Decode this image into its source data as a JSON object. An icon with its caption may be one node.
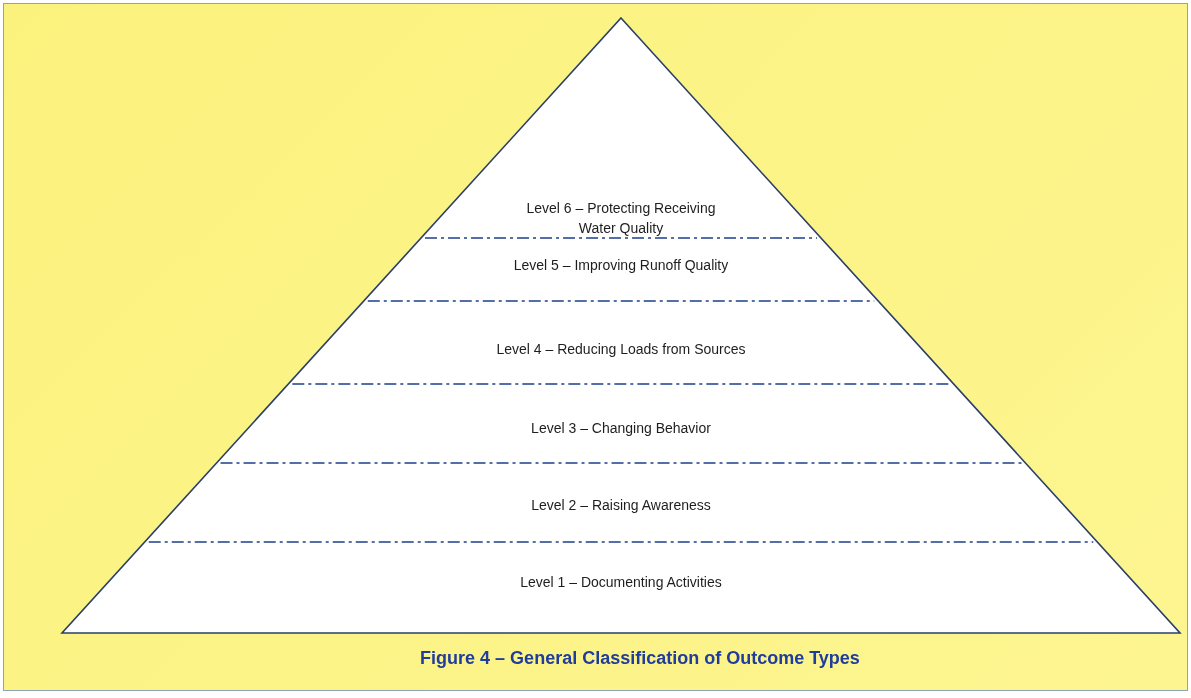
{
  "diagram": {
    "caption": "Figure 4 – General Classification of Outcome Types",
    "nodes": [
      {
        "text": [],
        "shape": "triangle"
      },
      {
        "text": [
          "Level 6 – Protecting Receiving Water Quality"
        ],
        "in": 0
      },
      {
        "text": [
          "Level 5 – Improving Runoff Quality"
        ],
        "in": 0
      },
      {
        "text": [
          "Level 4 – Reducing Loads from Sources"
        ],
        "in": 0
      },
      {
        "text": [
          "Level 3 – Changing Behavior"
        ],
        "in": 0
      },
      {
        "text": [
          "Level 2 – Raising Awareness"
        ],
        "in": 0
      },
      {
        "text": [
          "Level 1 – Documenting Activities"
        ],
        "in": 0
      }
    ],
    "edges": []
  }
}
